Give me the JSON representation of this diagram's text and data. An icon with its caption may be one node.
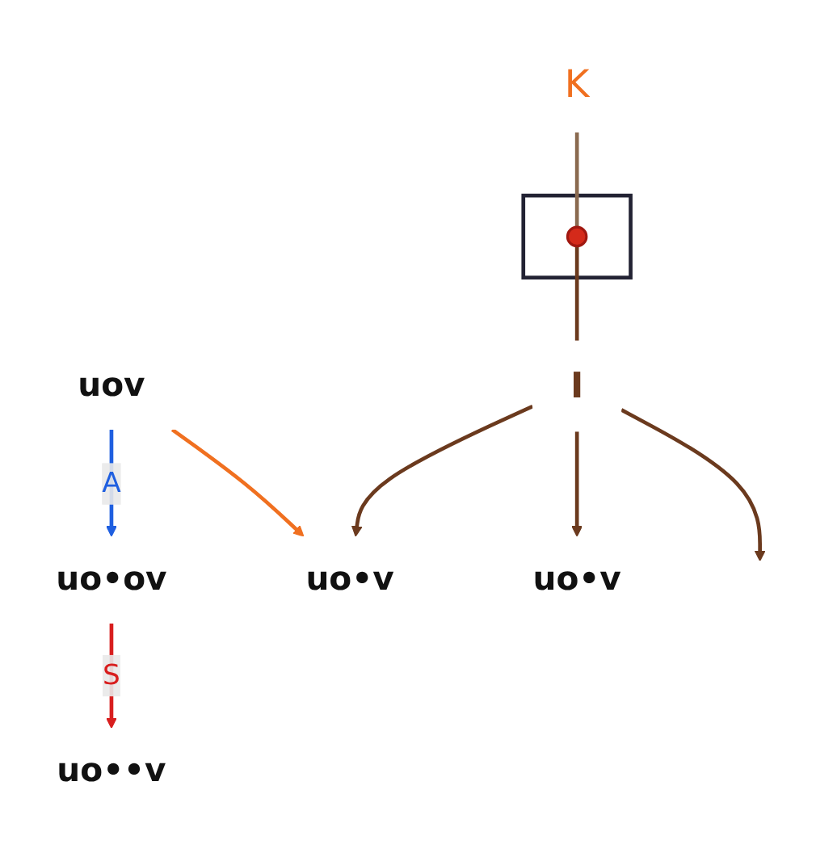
{
  "diagram": {
    "nodes": [
      {
        "text": [
          "uov"
        ]
      },
      {
        "text": [
          "uo•ov"
        ]
      },
      {
        "text": [],
        "shape": "box"
      },
      {
        "text": [],
        "shape": "circle",
        "in": 2
      },
      {
        "text": [
          "K"
        ]
      },
      {
        "text": [
          "uo•v"
        ]
      },
      {
        "text": [
          "I"
        ]
      },
      {
        "text": [
          "uo••v"
        ]
      },
      {
        "text": [
          "uo•v"
        ]
      }
    ],
    "edges": [
      {
        "from": 0,
        "to": 1,
        "arrow": "to",
        "label": "A",
        "color": "#1f5fe0"
      },
      {
        "from": 0,
        "to": 5,
        "arrow": "to",
        "color": "#f07020"
      },
      {
        "from": 1,
        "to": 7,
        "arrow": "to",
        "label": "S",
        "color": "#d81e1e"
      },
      {
        "from": 4,
        "to": 3,
        "arrow": "none",
        "color": "#8a6a50"
      },
      {
        "from": 3,
        "to": 6,
        "arrow": "none",
        "color": "#6b3a1e"
      },
      {
        "from": 6,
        "to": 5,
        "arrow": "to",
        "color": "#6b3a1e"
      },
      {
        "from": 6,
        "to": 8,
        "arrow": "to",
        "color": "#6b3a1e"
      },
      {
        "from": 6,
        "to": null,
        "arrow": "to",
        "color": "#6b3a1e"
      }
    ]
  }
}
